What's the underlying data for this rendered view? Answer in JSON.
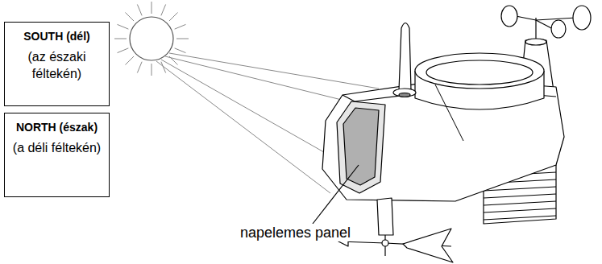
{
  "diagram": {
    "nodes": [
      {
        "text": [
          "SOUTH (dél)",
          "(az északi féltekén)"
        ]
      },
      {
        "text": [
          "NORTH (észak)",
          "(a déli féltekén)"
        ]
      }
    ],
    "labels": [
      "napelemes panel"
    ]
  }
}
